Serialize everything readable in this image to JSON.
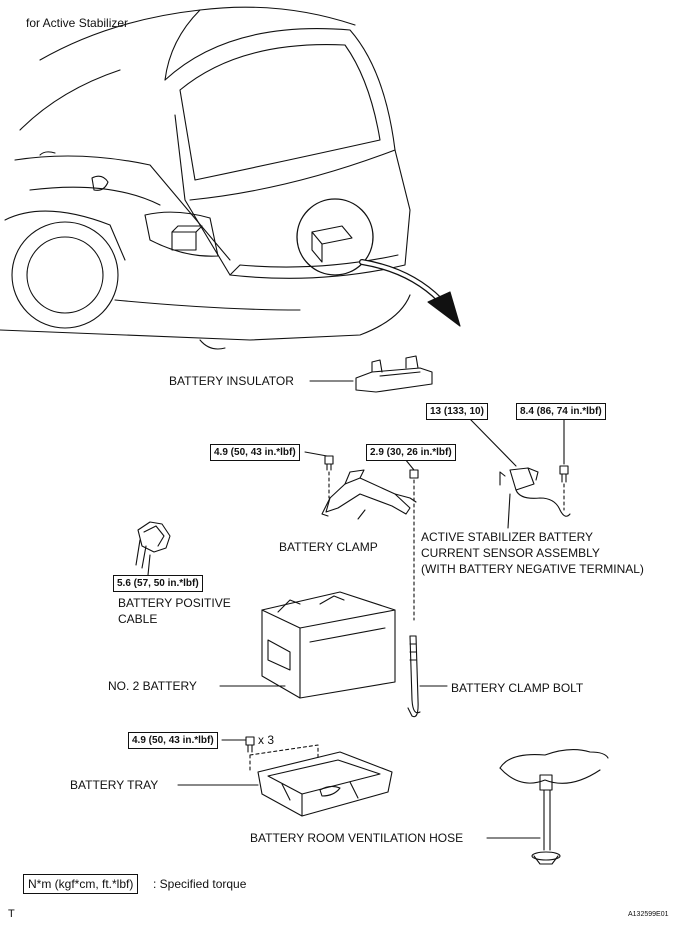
{
  "title": "for Active Stabilizer",
  "labels": {
    "battery_insulator": "BATTERY INSULATOR",
    "battery_clamp": "BATTERY CLAMP",
    "active_stabilizer_line1": "ACTIVE STABILIZER BATTERY",
    "active_stabilizer_line2": "CURRENT SENSOR ASSEMBLY",
    "active_stabilizer_line3": "(WITH BATTERY NEGATIVE TERMINAL)",
    "battery_positive_line1": "BATTERY POSITIVE",
    "battery_positive_line2": "CABLE",
    "no2_battery": "NO. 2 BATTERY",
    "battery_clamp_bolt": "BATTERY CLAMP BOLT",
    "battery_tray": "BATTERY TRAY",
    "ventilation_hose": "BATTERY ROOM VENTILATION HOSE",
    "tray_qty": "x 3"
  },
  "torques": {
    "sensor_nut": "13 (133, 10)",
    "sensor_bolt": "8.4 (86, 74 in.*lbf)",
    "clamp_left": "4.9 (50, 43 in.*lbf)",
    "clamp_right": "2.9 (30, 26 in.*lbf)",
    "positive_cable": "5.6 (57, 50 in.*lbf)",
    "tray": "4.9 (50, 43 in.*lbf)"
  },
  "legend": {
    "unit": "N*m (kgf*cm, ft.*lbf)",
    "text": ": Specified torque"
  },
  "footer": {
    "left_mark": "T",
    "figure_id": "A132599E01"
  }
}
